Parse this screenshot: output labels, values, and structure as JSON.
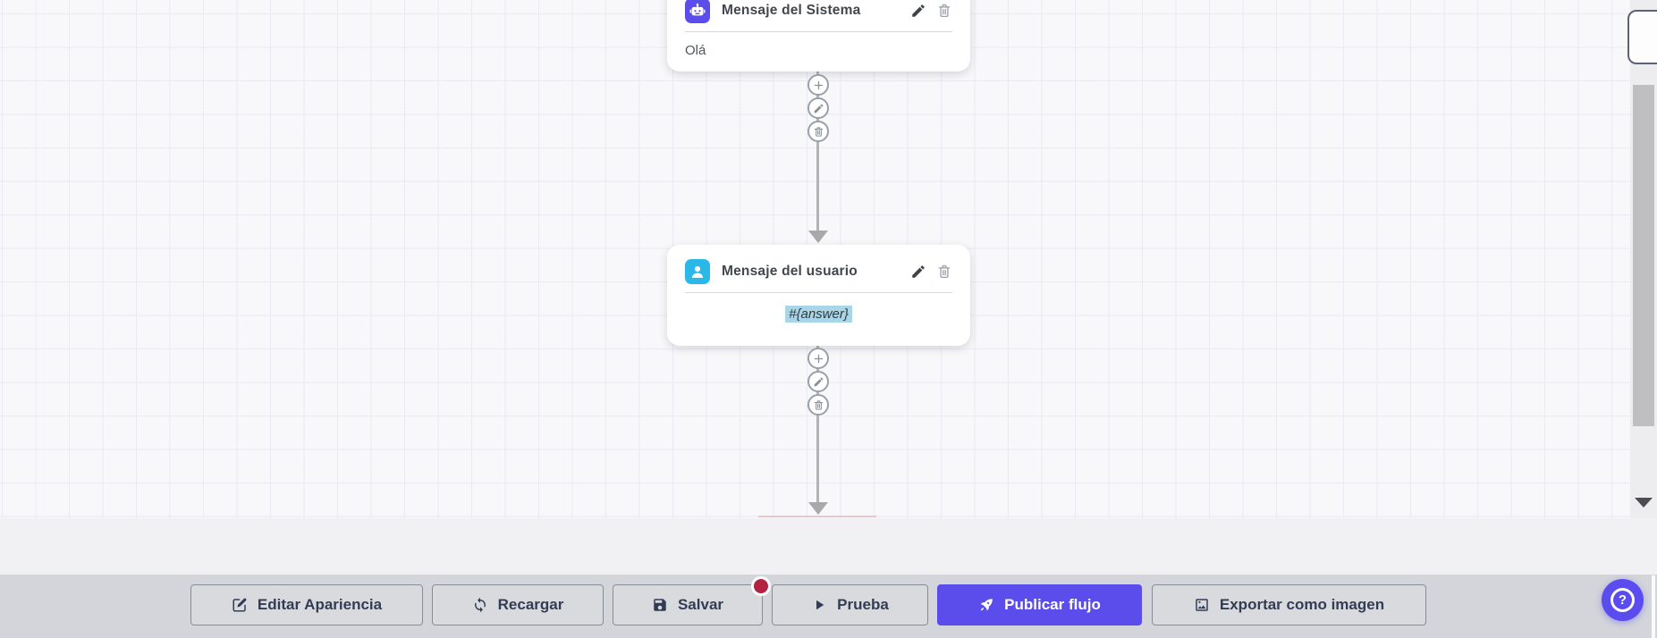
{
  "canvas": {
    "nodes": [
      {
        "title": "Mensaje del Sistema",
        "content": "Olá",
        "icon": "robot-icon",
        "accent_color": "#5b4cec"
      },
      {
        "title": "Mensaje del usuario",
        "content": "#{answer}",
        "icon": "user-icon",
        "accent_color": "#29b8e8",
        "content_highlight_color": "#a9d5e8"
      }
    ],
    "node_actions": [
      "edit",
      "delete"
    ],
    "connector_actions": [
      "add",
      "edit",
      "delete"
    ]
  },
  "toolbar": {
    "buttons": [
      {
        "label": "Editar Apariencia",
        "icon": "edit-square-icon"
      },
      {
        "label": "Recargar",
        "icon": "refresh-icon"
      },
      {
        "label": "Salvar",
        "icon": "save-icon",
        "badge": "unsaved-dot"
      },
      {
        "label": "Prueba",
        "icon": "play-icon"
      },
      {
        "label": "Publicar flujo",
        "icon": "rocket-icon",
        "variant": "primary"
      },
      {
        "label": "Exportar como imagen",
        "icon": "image-icon"
      }
    ]
  },
  "help": {
    "glyph": "?"
  },
  "colors": {
    "primary": "#5b4cec",
    "user_node_accent": "#29b8e8",
    "unsaved_badge": "#b22343",
    "variable_highlight": "#a9d5e8",
    "toolbar_bg": "#d3d5da",
    "canvas_bg": "#f8f8fa",
    "connector": "#a9a9ac"
  }
}
